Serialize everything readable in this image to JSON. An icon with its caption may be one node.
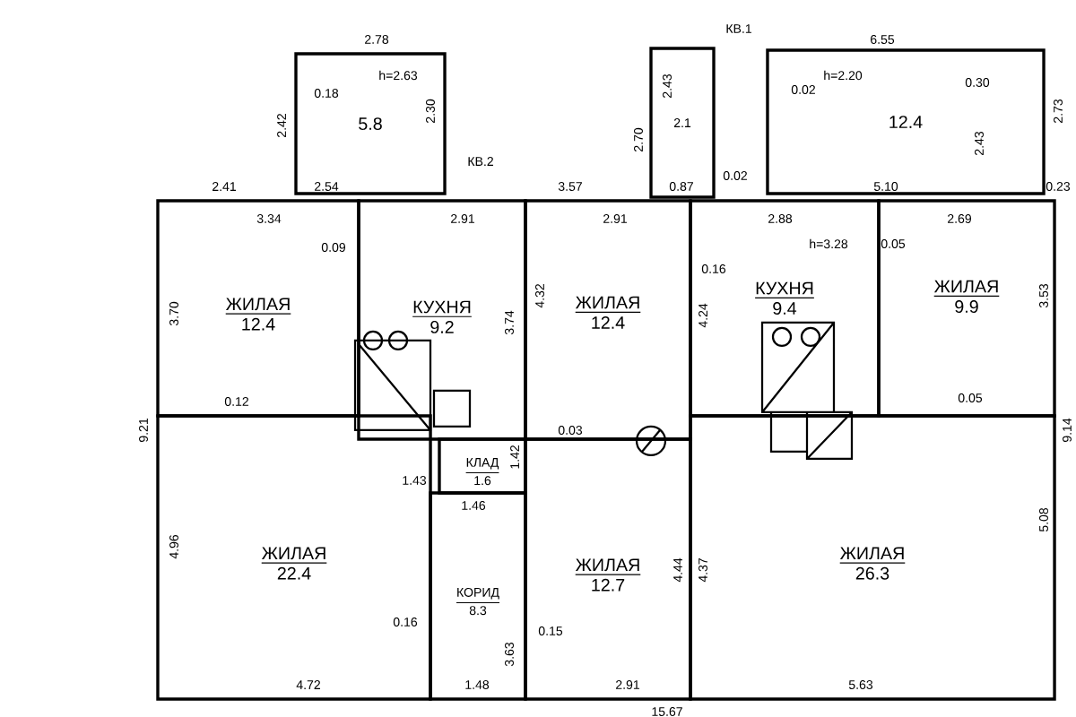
{
  "diagram": {
    "nodes": [
      {
        "text": [
          "5.8"
        ]
      },
      {
        "text": [
          "2.1"
        ]
      },
      {
        "text": [
          "12.4"
        ]
      },
      {
        "text": [
          "ЖИЛАЯ",
          "12.4"
        ]
      },
      {
        "text": [
          "КУХНЯ",
          "9.2"
        ]
      },
      {
        "text": [
          "ЖИЛАЯ",
          "12.4"
        ]
      },
      {
        "text": [
          "КУХНЯ",
          "9.4"
        ]
      },
      {
        "text": [
          "ЖИЛАЯ",
          "9.9"
        ]
      },
      {
        "text": [
          "ЖИЛАЯ",
          "22.4"
        ]
      },
      {
        "text": [
          "КЛАД",
          "1.6"
        ]
      },
      {
        "text": [
          "КОРИД",
          "8.3"
        ]
      },
      {
        "text": [
          "ЖИЛАЯ",
          "12.7"
        ]
      },
      {
        "text": [
          "ЖИЛАЯ",
          "26.3"
        ]
      }
    ],
    "labels": [
      "2.78",
      "h=2.63",
      "0.18",
      "2.42",
      "2.30",
      "КВ.2",
      "2.41",
      "2.54",
      "3.34",
      "2.91",
      "0.09",
      "3.57",
      "КВ.1",
      "6.55",
      "h=2.20",
      "0.02",
      "0.30",
      "2.43",
      "2.70",
      "2.43",
      "2.73",
      "0.02",
      "0.87",
      "5.10",
      "0.23",
      "2.91",
      "2.88",
      "h=3.28",
      "0.05",
      "2.69",
      "3.70",
      "3.74",
      "4.32",
      "0.16",
      "4.24",
      "3.53",
      "9.21",
      "9.14",
      "0.12",
      "0.03",
      "0.05",
      "1.42",
      "1.43",
      "1.46",
      "4.96",
      "0.16",
      "3.63",
      "0.15",
      "4.44",
      "4.37",
      "5.08",
      "4.72",
      "1.48",
      "2.91",
      "5.63",
      "15.67"
    ]
  }
}
